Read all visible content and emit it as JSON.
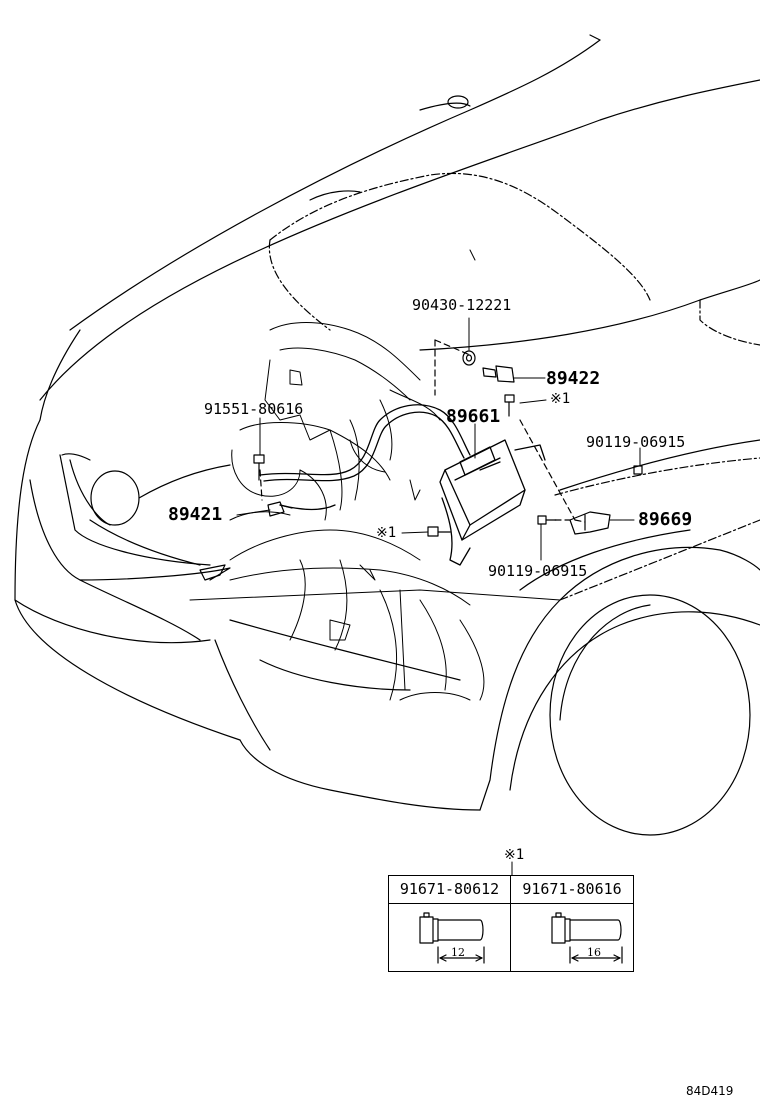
{
  "diagram": {
    "parts": {
      "p90430": "90430-12221",
      "p89422": "89422",
      "p89661": "89661",
      "p91551": "91551-80616",
      "p89421": "89421",
      "p90119a": "90119-06915",
      "p89669": "89669",
      "p90119b": "90119-06915"
    },
    "note_marks": {
      "upper": "※1",
      "left": "※1",
      "table": "※1"
    },
    "bolt_table": {
      "left_part": "91671-80612",
      "left_length": "12",
      "right_part": "91671-80616",
      "right_length": "16"
    },
    "reference_code": "84D419"
  }
}
